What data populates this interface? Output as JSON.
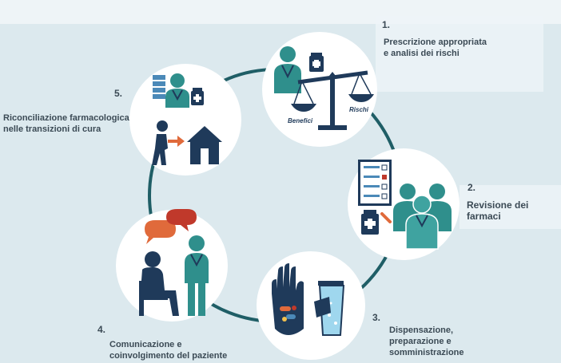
{
  "colors": {
    "background": "#dce9ee",
    "teal": "#2f8f8c",
    "navy": "#1f3a5a",
    "orange": "#e06a3b",
    "red": "#c0392b",
    "text": "#3b4a55"
  },
  "steps": [
    {
      "number": "1.",
      "lines": [
        "Prescrizione appropriata",
        "e analisi dei rischi"
      ]
    },
    {
      "number": "2.",
      "lines": [
        "Revisione dei farmaci"
      ]
    },
    {
      "number": "3.",
      "lines": [
        "Dispensazione,",
        "preparazione e",
        "somministrazione"
      ]
    },
    {
      "number": "4.",
      "lines": [
        "Comunicazione e",
        "coinvolgimento del paziente"
      ]
    },
    {
      "number": "5.",
      "lines": [
        "Riconciliazione farmacologica",
        "nelle transizioni di cura"
      ]
    }
  ],
  "scale": {
    "left_label": "Benefici",
    "right_label": "Rischi"
  }
}
